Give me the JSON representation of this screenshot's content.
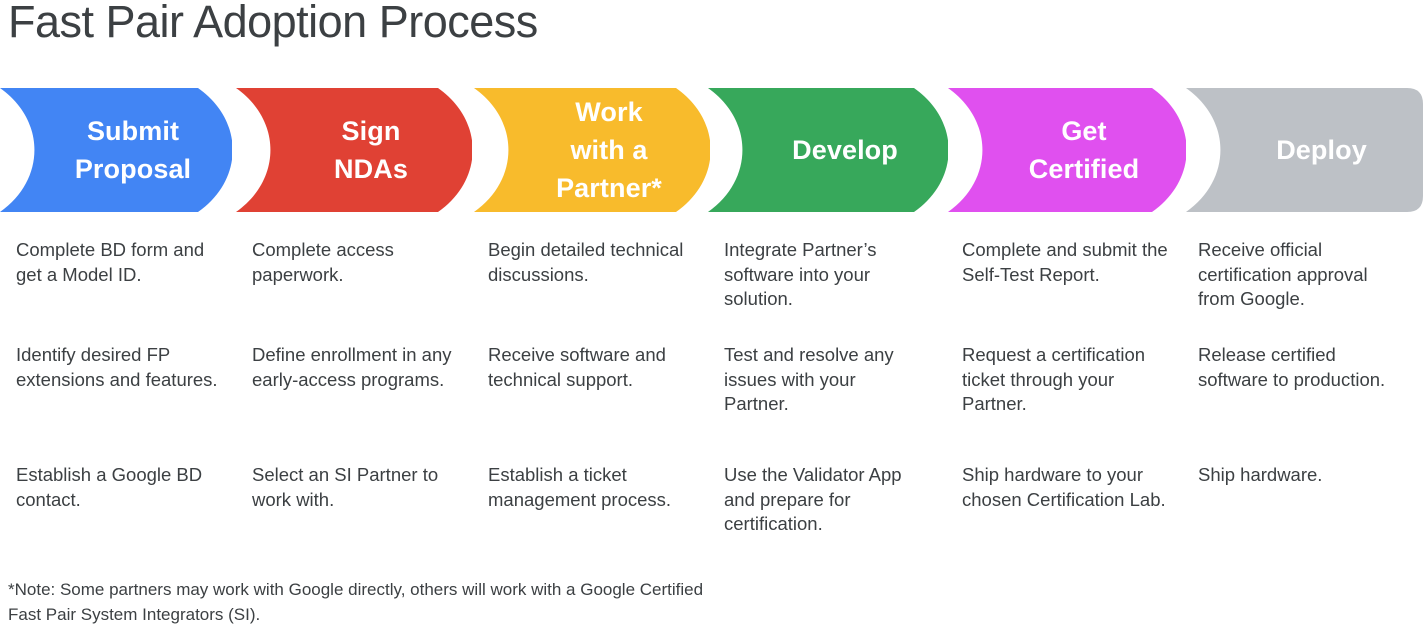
{
  "title": "Fast Pair Adoption Process",
  "banner": {
    "steps": [
      {
        "label": "Submit\nProposal",
        "color": "#4285F4",
        "name": "submit-proposal"
      },
      {
        "label": "Sign\nNDAs",
        "color": "#E04134",
        "name": "sign-ndas"
      },
      {
        "label": "Work\nwith a\nPartner*",
        "color": "#F8BB2C",
        "name": "work-with-a-partner"
      },
      {
        "label": "Develop",
        "color": "#37A85B",
        "name": "develop"
      },
      {
        "label": "Get\nCertified",
        "color": "#E050EF",
        "name": "get-certified"
      },
      {
        "label": "Deploy",
        "color": "#BDC1C6",
        "name": "deploy"
      }
    ]
  },
  "columns": [
    {
      "step": "Submit Proposal",
      "items": [
        "Complete BD form and get a Model ID.",
        "Identify desired FP extensions and features.",
        "Establish a Google BD contact."
      ]
    },
    {
      "step": "Sign NDAs",
      "items": [
        "Complete access paperwork.",
        "Define enrollment in any early-access programs.",
        "Select an SI Partner to work with."
      ]
    },
    {
      "step": "Work with a Partner",
      "items": [
        "Begin detailed technical discussions.",
        "Receive software and technical support.",
        "Establish a ticket management process."
      ]
    },
    {
      "step": "Develop",
      "items": [
        "Integrate Partner’s software into your solution.",
        "Test and resolve any issues with your Partner.",
        "Use the Validator App and prepare for certification."
      ]
    },
    {
      "step": "Get Certified",
      "items": [
        "Complete and submit the Self-Test Report.",
        "Request a certification ticket through your Partner.",
        "Ship hardware to your chosen Certification Lab."
      ]
    },
    {
      "step": "Deploy",
      "items": [
        "Receive official certification approval from Google.",
        "Release certified software to production.",
        "Ship hardware."
      ]
    }
  ],
  "footnote": "*Note: Some partners may work with Google directly, others will work with a Google Certified Fast Pair System Integrators (SI).",
  "colors": {
    "text": "#3c4043",
    "background": "#ffffff"
  }
}
